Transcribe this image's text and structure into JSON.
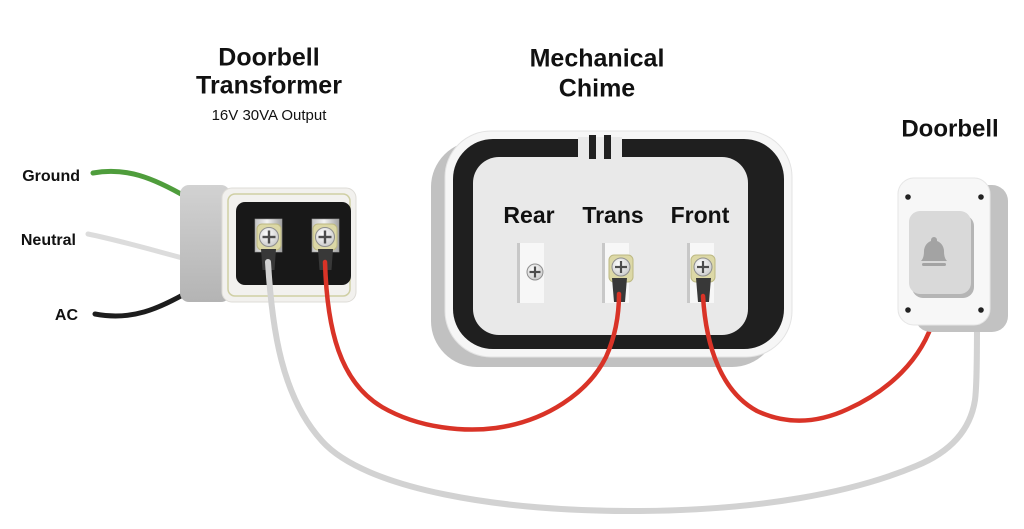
{
  "colors": {
    "ground_wire": "#4f9d3c",
    "neutral_wire": "#dcdcdc",
    "ac_wire": "#1d1d1d",
    "red_wire": "#d93327",
    "doorbell_wire": "#d2d2d2"
  },
  "supply": {
    "ground_label": "Ground",
    "neutral_label": "Neutral",
    "ac_label": "AC"
  },
  "transformer": {
    "title_line1": "Doorbell",
    "title_line2": "Transformer",
    "subtitle": "16V 30VA Output"
  },
  "chime": {
    "title_line1": "Mechanical",
    "title_line2": "Chime",
    "terminals": [
      {
        "label": "Rear"
      },
      {
        "label": "Trans"
      },
      {
        "label": "Front"
      }
    ]
  },
  "doorbell": {
    "title": "Doorbell"
  }
}
